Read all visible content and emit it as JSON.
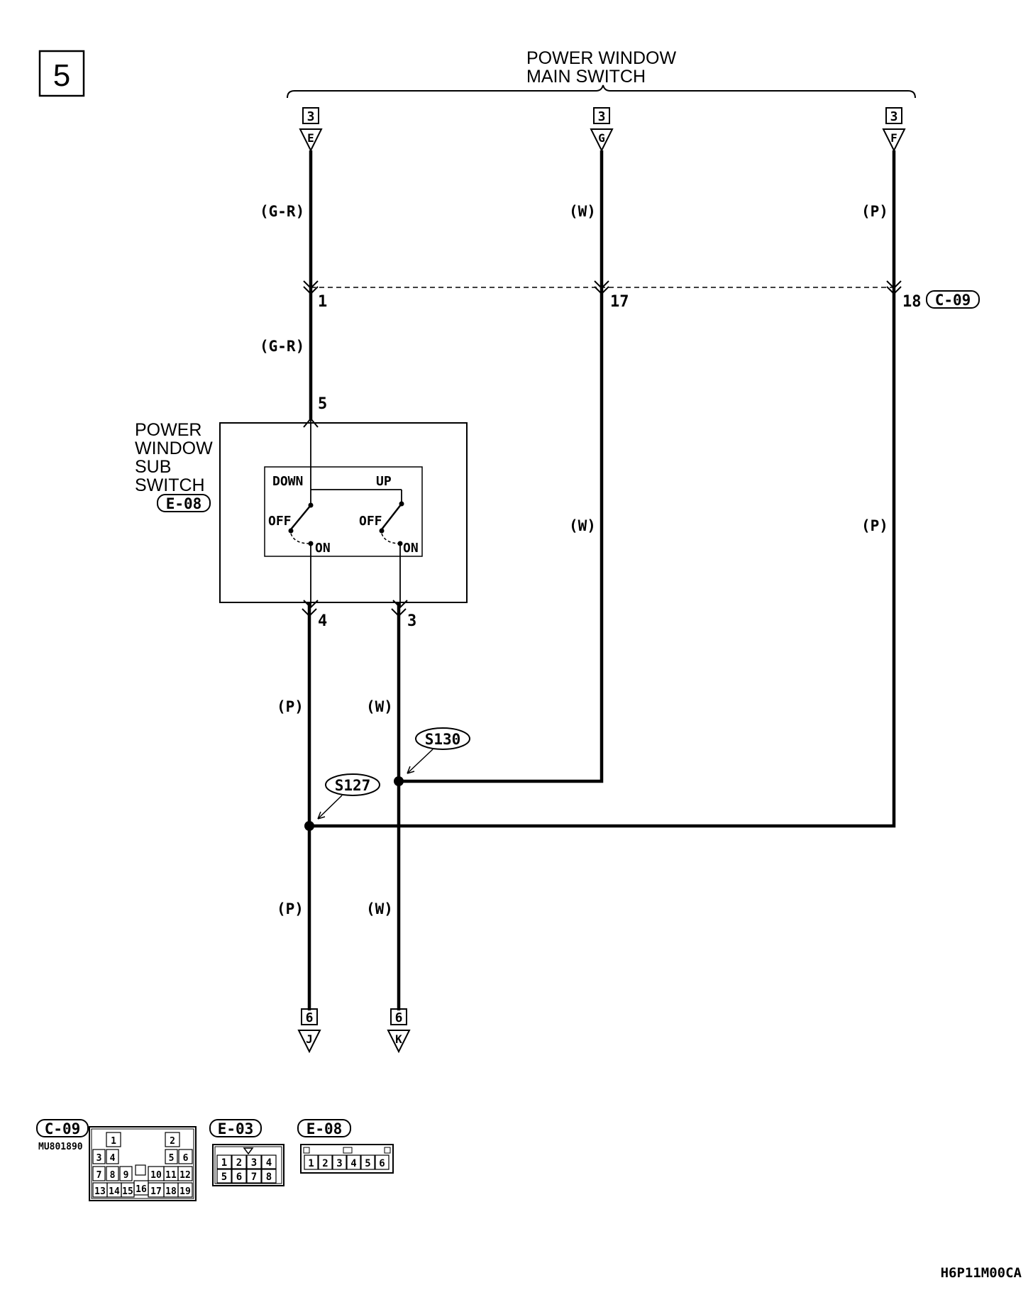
{
  "page_number": "5",
  "main_switch": {
    "line1": "POWER WINDOW",
    "line2": "MAIN SWITCH"
  },
  "top_connectors": [
    {
      "sheet": "3",
      "letter": "E"
    },
    {
      "sheet": "3",
      "letter": "G"
    },
    {
      "sheet": "3",
      "letter": "F"
    }
  ],
  "wire_colors": {
    "gr_top": "(G-R)",
    "w_top": "(W)",
    "p_top": "(P)",
    "gr_mid": "(G-R)",
    "w_mid": "(W)",
    "p_mid": "(P)",
    "p_low1": "(P)",
    "w_low1": "(W)",
    "p_low2": "(P)",
    "w_low2": "(W)"
  },
  "c09_pins": {
    "pin_a": "1",
    "pin_b": "17",
    "pin_c": "18",
    "connector": "C-09"
  },
  "sub_switch": {
    "line1": "POWER",
    "line2": "WINDOW",
    "line3": "SUB",
    "line4": "SWITCH",
    "connector": "E-08",
    "pin_in": "5",
    "pin_out_a": "4",
    "pin_out_b": "3",
    "down": "DOWN",
    "up": "UP",
    "off_a": "OFF",
    "off_b": "OFF",
    "on_a": "ON",
    "on_b": "ON"
  },
  "splices": {
    "s130": "S130",
    "s127": "S127"
  },
  "bottom_connectors": [
    {
      "sheet": "6",
      "letter": "J"
    },
    {
      "sheet": "6",
      "letter": "K"
    }
  ],
  "connector_views": {
    "c09": {
      "label": "C-09",
      "part": "MU801890",
      "pins": [
        "1",
        "2",
        "3",
        "4",
        "5",
        "6",
        "7",
        "8",
        "9",
        "10",
        "11",
        "12",
        "13",
        "14",
        "15",
        "16",
        "17",
        "18",
        "19"
      ]
    },
    "e03": {
      "label": "E-03",
      "pins": [
        "1",
        "2",
        "3",
        "4",
        "5",
        "6",
        "7",
        "8"
      ]
    },
    "e08": {
      "label": "E-08",
      "pins": [
        "1",
        "2",
        "3",
        "4",
        "5",
        "6"
      ]
    }
  },
  "figure_code": "H6P11M00CA"
}
